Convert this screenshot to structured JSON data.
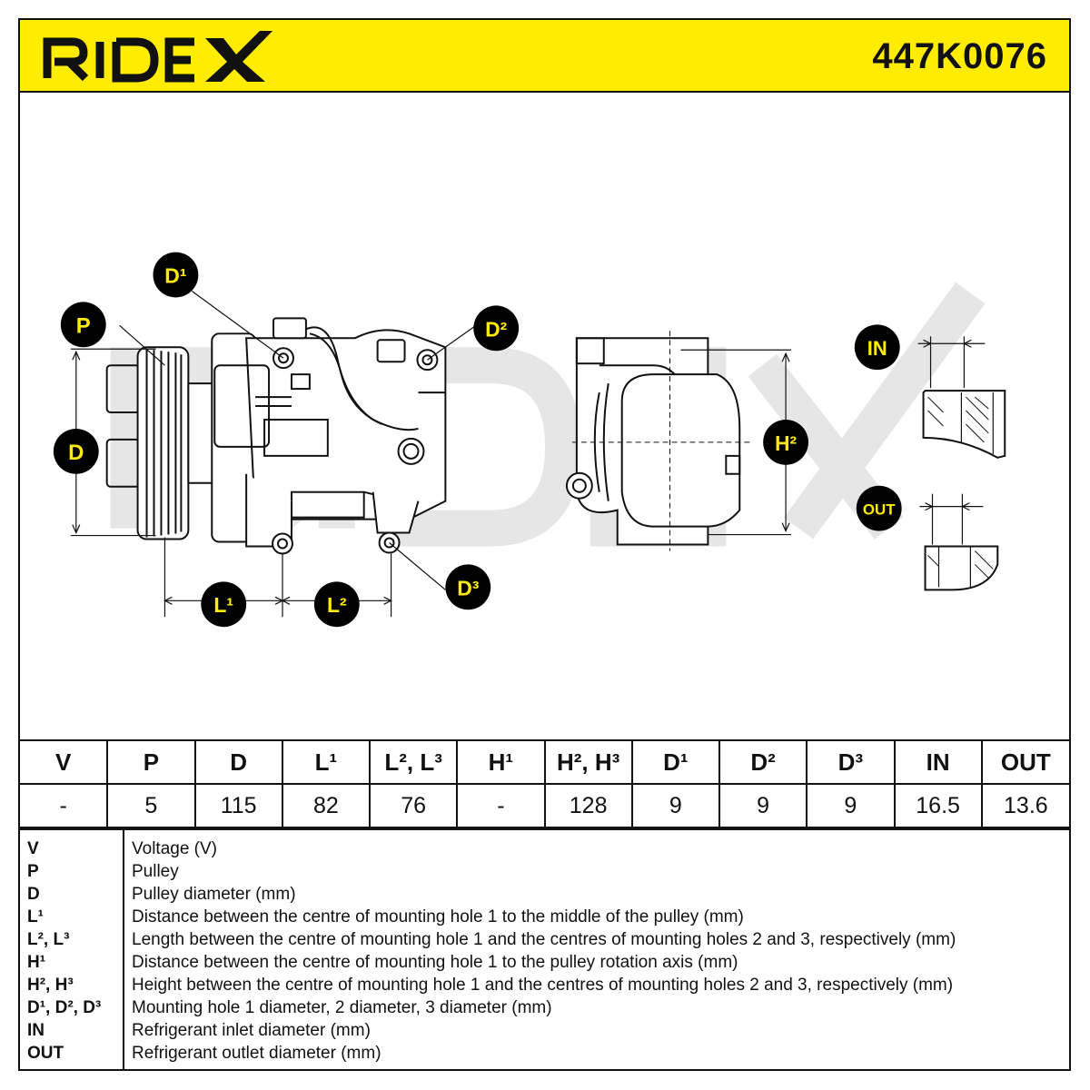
{
  "header": {
    "brand": "RIDEX",
    "part_number": "447K0076"
  },
  "colors": {
    "header_bg": "#ffec00",
    "badge_bg": "#000000",
    "badge_text": "#ffec00",
    "line": "#111111",
    "watermark": "#e6e6e6"
  },
  "diagram_labels": {
    "p": "P",
    "d": "D",
    "d1": "D¹",
    "d2": "D²",
    "d3": "D³",
    "l1": "L¹",
    "l2": "L²",
    "h2": "H²",
    "in": "IN",
    "out": "OUT"
  },
  "table": {
    "headers": [
      "V",
      "P",
      "D",
      "L¹",
      "L², L³",
      "H¹",
      "H², H³",
      "D¹",
      "D²",
      "D³",
      "IN",
      "OUT"
    ],
    "values": [
      "-",
      "5",
      "115",
      "82",
      "76",
      "-",
      "128",
      "9",
      "9",
      "9",
      "16.5",
      "13.6"
    ]
  },
  "legend": [
    {
      "key": "V",
      "desc": "Voltage (V)"
    },
    {
      "key": "P",
      "desc": "Pulley"
    },
    {
      "key": "D",
      "desc": "Pulley diameter (mm)"
    },
    {
      "key": "L¹",
      "desc": "Distance between the centre of mounting hole 1 to the middle of the pulley (mm)"
    },
    {
      "key": "L², L³",
      "desc": "Length between the centre of mounting hole 1 and the centres of mounting holes 2 and 3, respectively (mm)"
    },
    {
      "key": "H¹",
      "desc": "Distance between the centre of mounting hole 1 to the pulley rotation axis (mm)"
    },
    {
      "key": "H², H³",
      "desc": "Height between the centre of mounting hole 1 and the centres of mounting holes 2 and 3, respectively (mm)"
    },
    {
      "key": "D¹, D², D³",
      "desc": "Mounting hole 1 diameter, 2 diameter, 3 diameter (mm)"
    },
    {
      "key": "IN",
      "desc": "Refrigerant inlet diameter (mm)"
    },
    {
      "key": "OUT",
      "desc": "Refrigerant outlet diameter (mm)"
    }
  ]
}
